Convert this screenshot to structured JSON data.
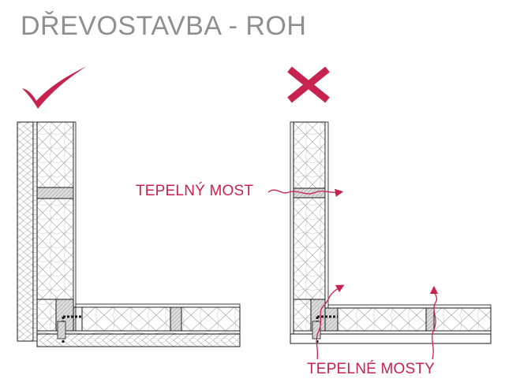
{
  "title": "DŘEVOSTAVBA - ROH",
  "labels": {
    "thermal_bridge": "TEPELNÝ MOST",
    "thermal_bridges": "TEPELNÉ MOSTY"
  },
  "colors": {
    "accent": "#c8224f",
    "title_gray": "#8f8f8f",
    "line": "#1a1a1a"
  },
  "icons": {
    "correct": "check-mark-icon",
    "wrong": "cross-mark-icon"
  }
}
